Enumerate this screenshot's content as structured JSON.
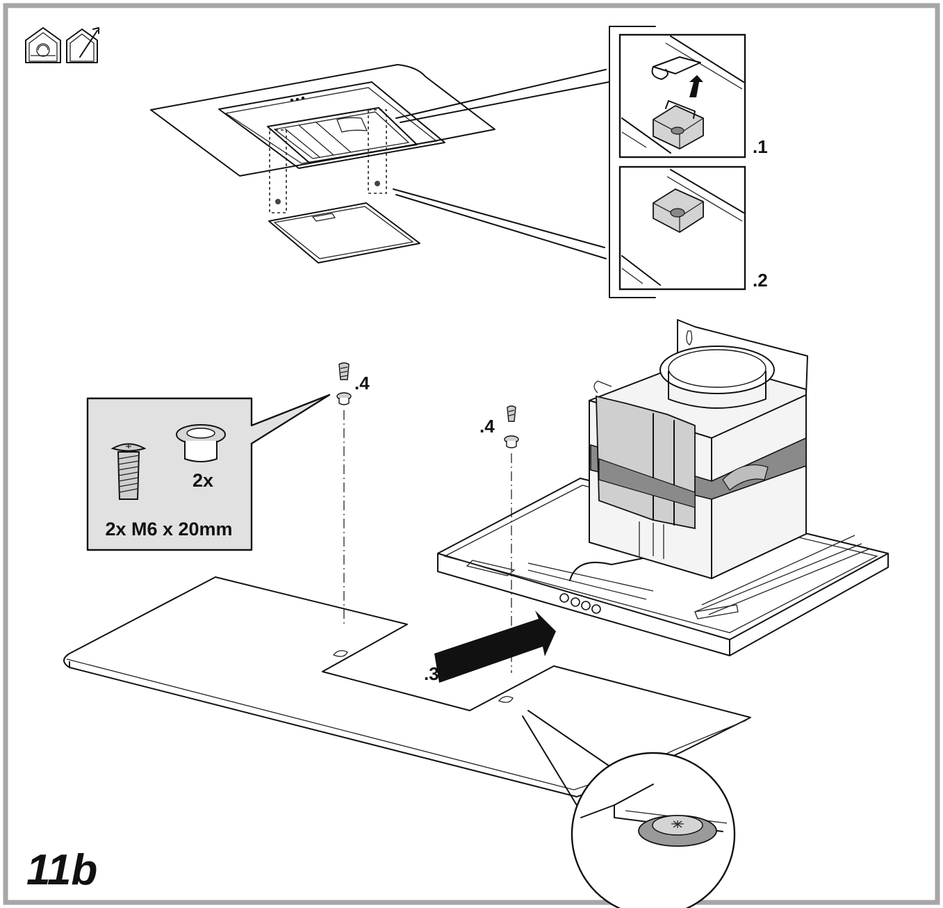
{
  "figure": {
    "number": "11b",
    "icons": [
      "recirculation-house-icon",
      "extraction-house-icon"
    ]
  },
  "callouts": {
    "step1": ".1",
    "step2": ".2",
    "step3": ".3",
    "step4_left": ".4",
    "step4_right": ".4"
  },
  "parts_box": {
    "bushing_qty": "2x",
    "screw_spec": "2x M6 x 20mm"
  },
  "colors": {
    "frame": "#a6a6a6",
    "parts_box_fill": "#e1e1e1",
    "band": "#8a8a8a",
    "metal": "#cfcfcf",
    "ink": "#111111"
  }
}
